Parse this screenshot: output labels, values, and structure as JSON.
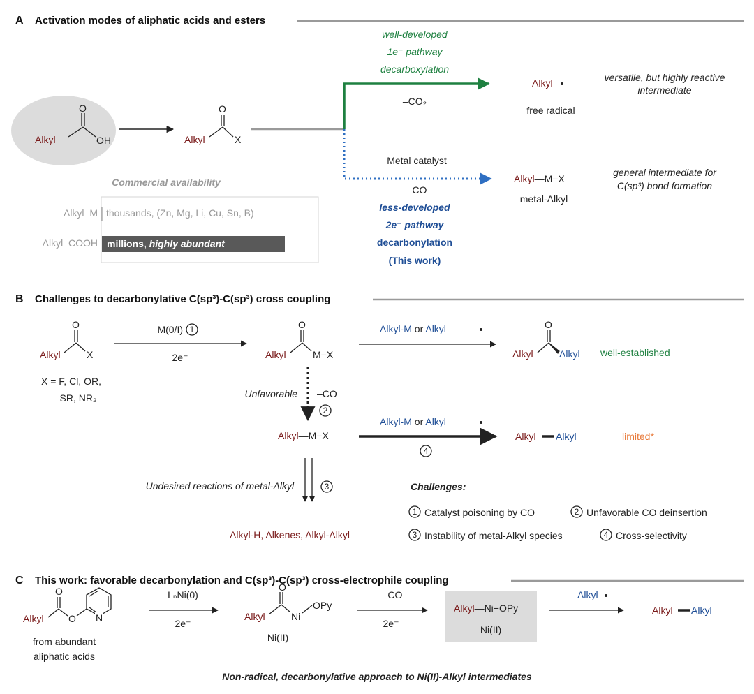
{
  "sectionA": {
    "letter": "A",
    "title": "Activation modes of aliphatic acids and esters",
    "alkyl": "Alkyl",
    "oh": "OH",
    "o": "O",
    "x": "X",
    "pathway1": {
      "line1": "well-developed",
      "line2": "1e⁻ pathway",
      "line3": "decarboxylation",
      "loss": "–CO₂"
    },
    "radical": {
      "label": "Alkyl",
      "caption": "free radical",
      "note_line1": "versatile, but highly reactive",
      "note_line2": "intermediate"
    },
    "pathway2": {
      "catalyst": "Metal catalyst",
      "loss": "–CO",
      "line1": "less-developed",
      "line2": "2e⁻ pathway",
      "line3": "decarbonylation",
      "line4": "(This work)"
    },
    "metal": {
      "alkyl": "Alkyl",
      "rest": "—M−X",
      "caption": "metal-Alkyl",
      "note_line1": "general intermediate for",
      "note_line2": "C(sp³) bond formation"
    },
    "availability": {
      "title": "Commercial availability",
      "row1_label": "Alkyl–M",
      "row1_value": "thousands, (Zn, Mg, Li, Cu, Sn, B)",
      "row2_label": "Alkyl–COOH",
      "row2_value_a": "millions, ",
      "row2_value_b": "highly abundant"
    }
  },
  "sectionB": {
    "letter": "B",
    "title": "Challenges to decarbonylative C(sp³)-C(sp³) cross coupling",
    "alkyl": "Alkyl",
    "o": "O",
    "x": "X",
    "x_def1": "X = F, Cl, OR,",
    "x_def2": "SR, NR₂",
    "step1_top": "M(0/I)",
    "step1_bottom": "2e⁻",
    "acyl_metal_rest": "M−X",
    "reagent_a": "Alkyl-M",
    "or": "or",
    "reagent_b": "Alkyl",
    "ketone_right": "Alkyl",
    "well_established": "well-established",
    "unfavorable": "Unfavorable",
    "loss_co": "–CO",
    "alkyl_metal_rest": "—M−X",
    "coupling_product_right": "Alkyl",
    "limited": "limited*",
    "undesired": "Undesired reactions of metal-Alkyl",
    "byproduct1": "Alkyl-H,",
    "byproduct2": "Alkenes,",
    "byproduct3": "Alkyl-Alkyl",
    "challenges_title": "Challenges:",
    "challenge1": "Catalyst poisoning by CO",
    "challenge2": "Unfavorable CO deinsertion",
    "challenge3": "Instability of metal-Alkyl species",
    "challenge4": "Cross-selectivity",
    "nums": [
      "1",
      "2",
      "3",
      "4"
    ]
  },
  "sectionC": {
    "letter": "C",
    "title": "This work: favorable decarbonylation and C(sp³)-C(sp³) cross-electrophile coupling",
    "alkyl": "Alkyl",
    "o": "O",
    "n": "N",
    "source_line1": "from abundant",
    "source_line2": "aliphatic acids",
    "reagent_top": "LₙNi(0)",
    "reagent_bottom": "2e⁻",
    "ni": "Ni",
    "opy": "OPy",
    "ni2_label": "Ni(II)",
    "loss_top": "– CO",
    "loss_bottom": "2e⁻",
    "boxed_alkyl": "Alkyl",
    "boxed_rest": "—Ni−OPy",
    "boxed_label": "Ni(II)",
    "radical_reagent": "Alkyl",
    "product_right": "Alkyl",
    "caption": "Non-radical, decarbonylative approach to Ni(II)-Alkyl intermediates"
  }
}
